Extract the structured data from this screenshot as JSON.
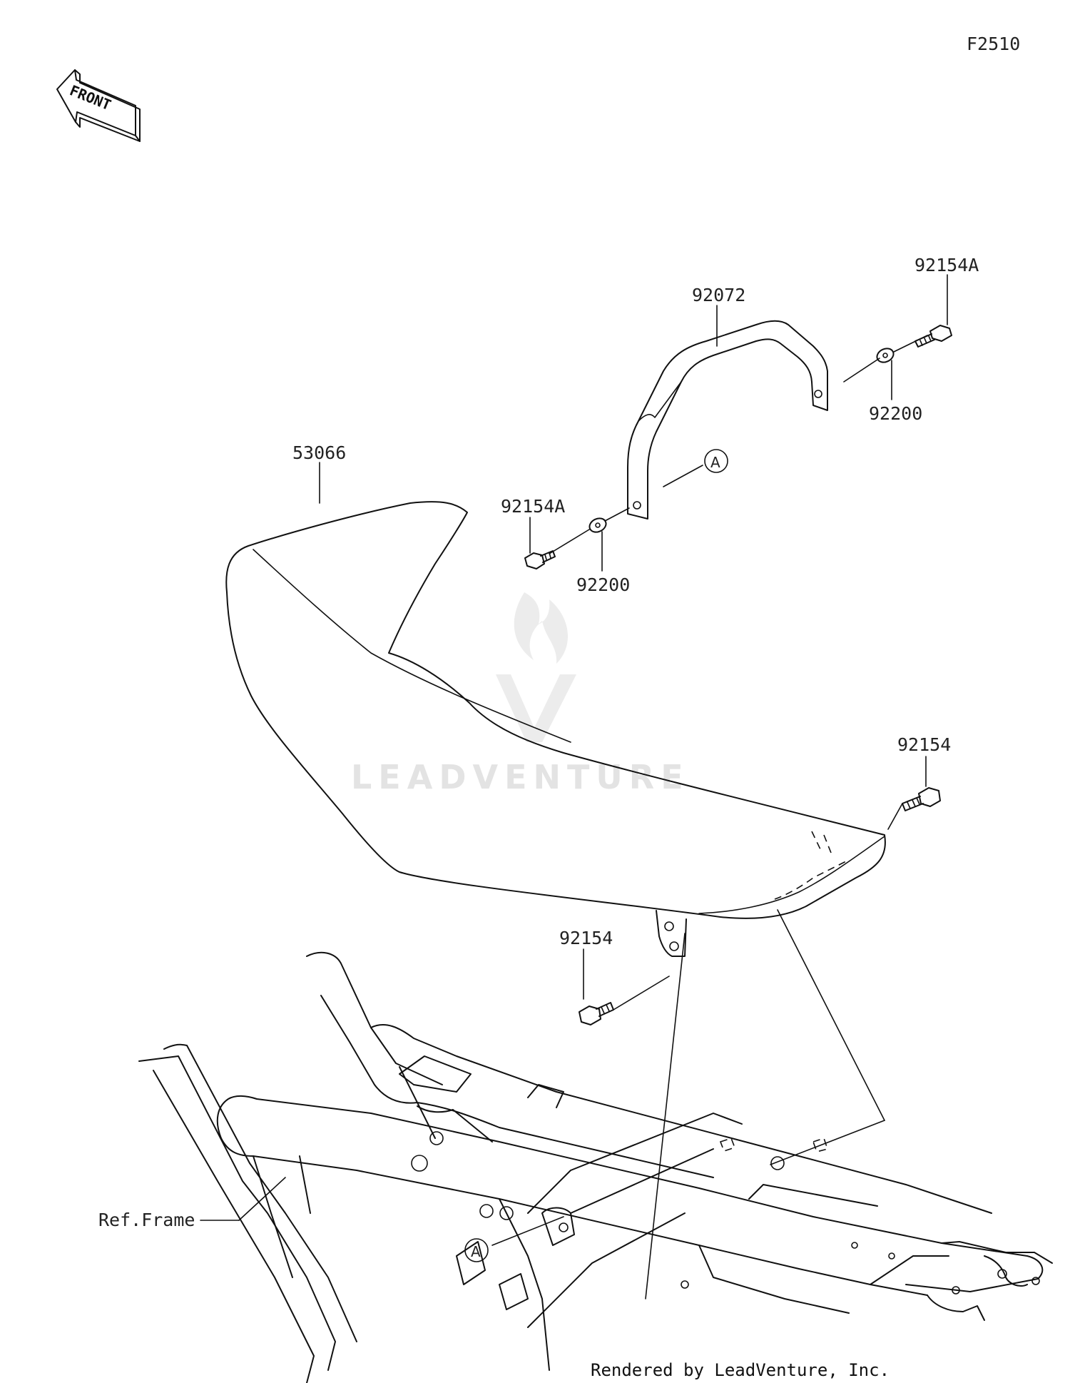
{
  "diagram_code": "F2510",
  "front_label": "FRONT",
  "watermark": "LEADVENTURE",
  "footer": "Rendered by LeadVenture, Inc.",
  "ref_frame": "Ref.Frame",
  "callout_a": "A",
  "parts": {
    "seat": "53066",
    "grab_bar": "92072",
    "bolt_a_top": "92154A",
    "bolt_a_left": "92154A",
    "washer_right": "92200",
    "washer_left": "92200",
    "bolt_right": "92154",
    "bolt_lower": "92154"
  }
}
